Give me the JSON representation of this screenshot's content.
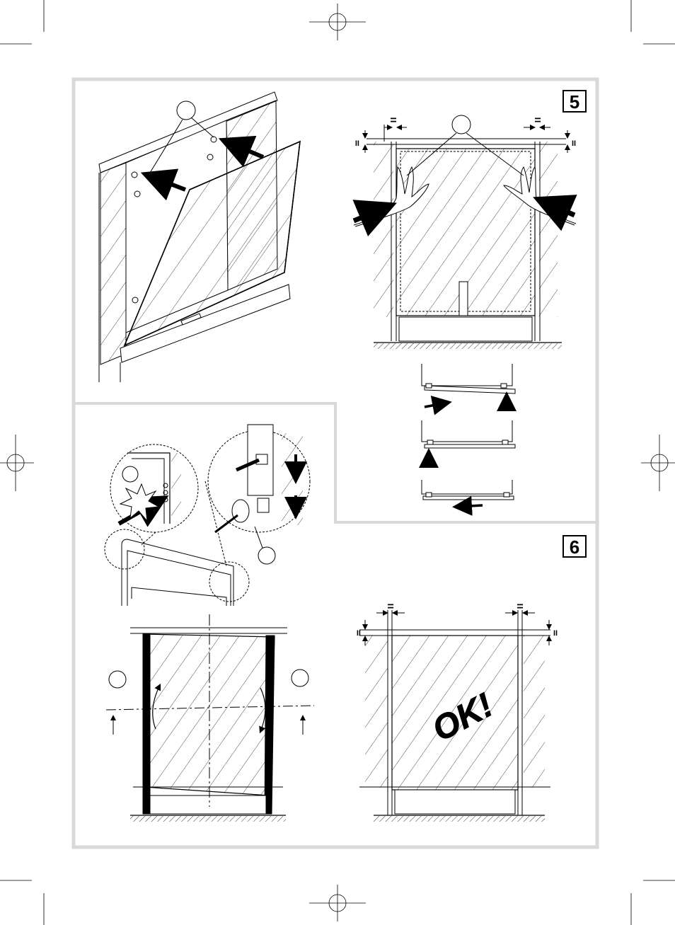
{
  "steps": [
    {
      "number": "5"
    },
    {
      "number": "6"
    }
  ],
  "equal_marks": {
    "top_left": "=",
    "top_right": "=",
    "side_left": "II",
    "side_right": "II",
    "bottom_top_left": "=",
    "bottom_top_right": "=",
    "bottom_side_left": "II",
    "bottom_side_right": "II"
  },
  "ok_label": "OK!",
  "colors": {
    "frame": "#d9d9d9",
    "ink": "#000000",
    "paper": "#ffffff"
  }
}
